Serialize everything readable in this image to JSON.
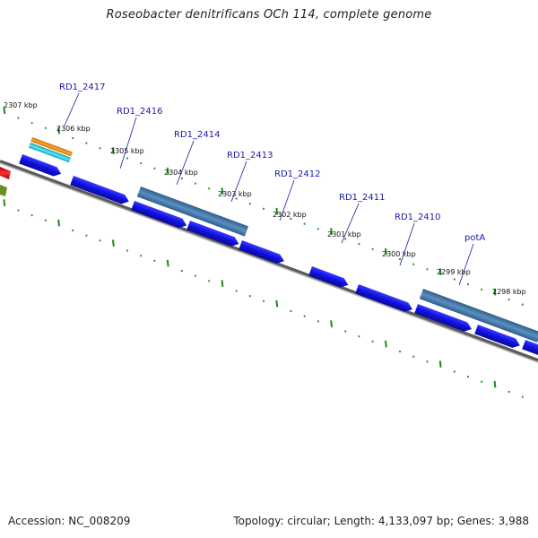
{
  "title": "Roseobacter denitrificans OCh 114, complete genome",
  "accession": "Accession: NC_008209",
  "summary": "Topology: circular; Length: 4,133,097 bp; Genes: 3,988",
  "colors": {
    "cds": "#1010e0",
    "cds_light": "#5a5aff",
    "rrna_like": "#4a7fb0",
    "backbone": "#7a7a7a",
    "tick": "#1a8c1a",
    "label": "#1a1aa6",
    "orange": "#f08a10",
    "cyan": "#20c8d8",
    "red": "#e00000",
    "olive": "#6b8e23"
  },
  "tick_labels": [
    "2307 kbp",
    "2306 kbp",
    "2305 kbp",
    "2304 kbp",
    "2303 kbp",
    "2302 kbp",
    "2301 kbp",
    "2300 kbp",
    "2299 kbp",
    "2298 kbp"
  ],
  "gene_labels": [
    "RD1_2417",
    "RD1_2416",
    "RD1_2414",
    "RD1_2413",
    "RD1_2412",
    "RD1_2411",
    "RD1_2410",
    "potA"
  ]
}
